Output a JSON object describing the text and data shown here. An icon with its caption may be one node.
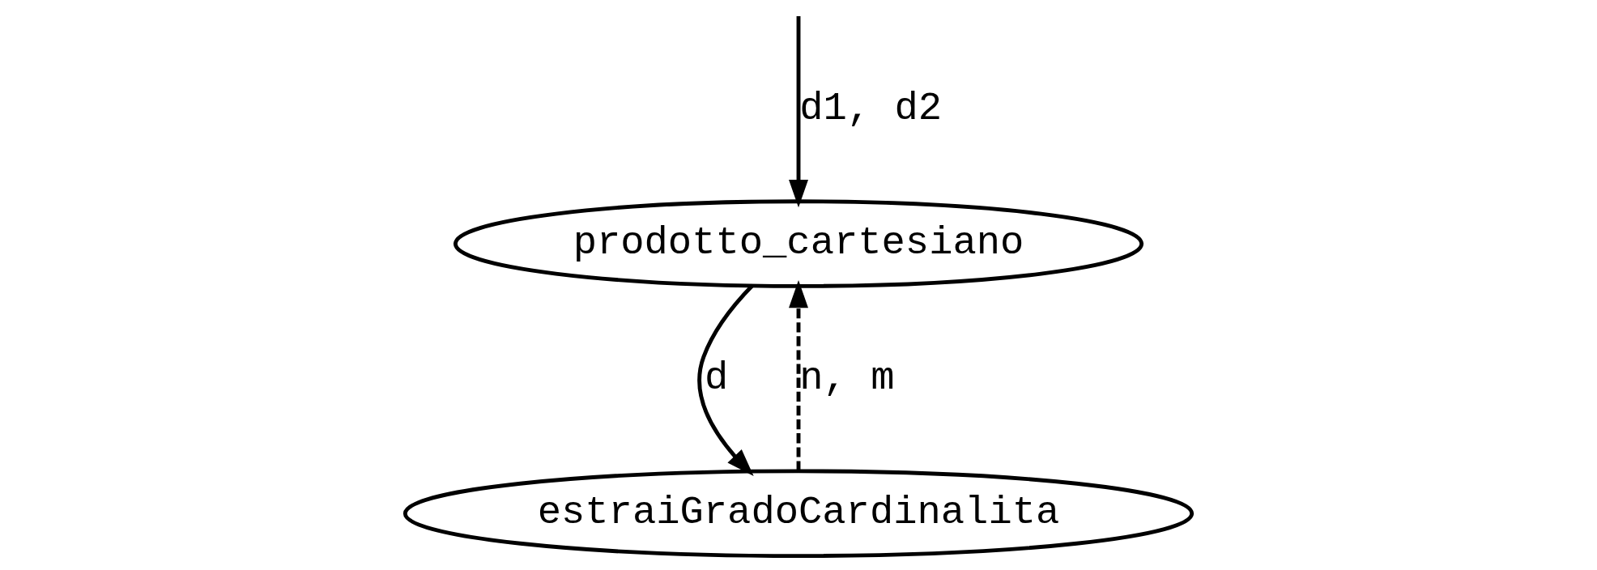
{
  "diagram": {
    "nodes": [
      {
        "text": [
          "prodotto_cartesiano"
        ]
      },
      {
        "text": [
          "estraiGradoCardinalita"
        ]
      }
    ],
    "edges": [
      {
        "from": null,
        "to": 0,
        "arrow": "to",
        "label": "d1, d2"
      },
      {
        "from": 0,
        "to": 1,
        "arrow": "to",
        "label": "d"
      },
      {
        "from": 1,
        "to": 0,
        "arrow": "to",
        "label": "n, m",
        "style": "dashed"
      }
    ]
  }
}
